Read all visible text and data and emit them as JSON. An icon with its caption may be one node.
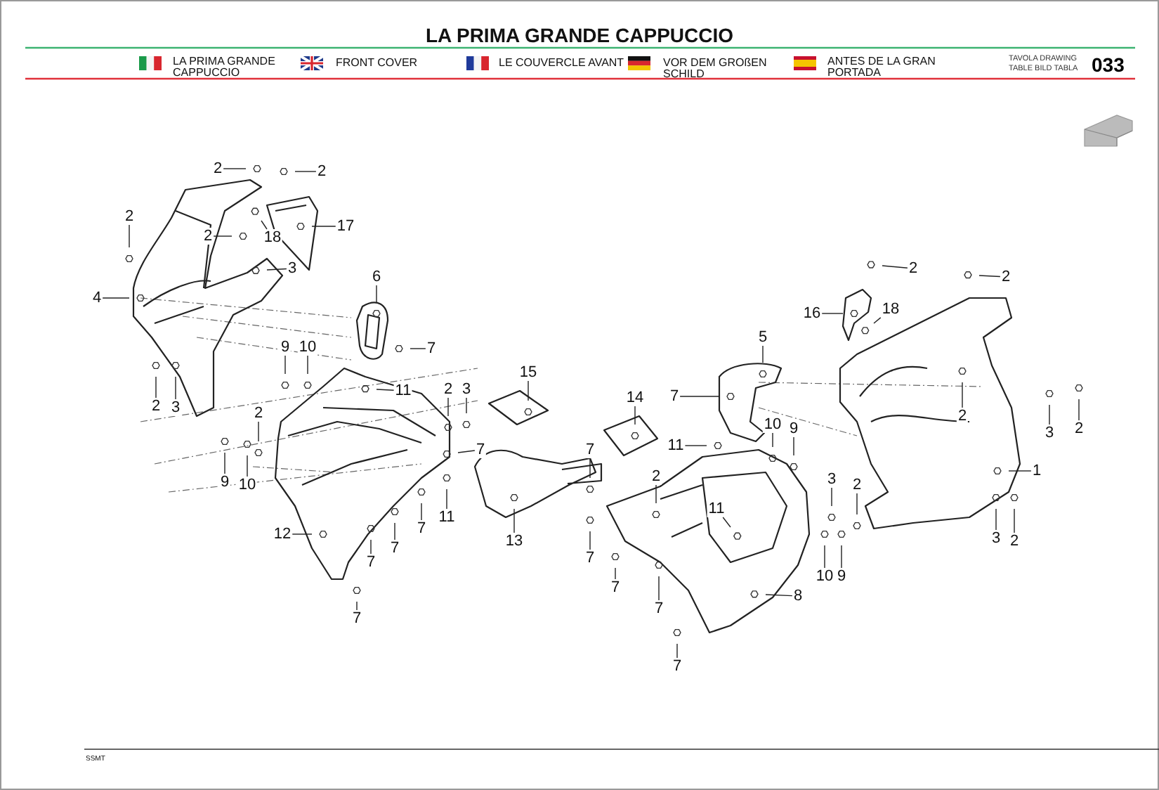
{
  "diagram": {
    "title": "LA PRIMA GRANDE CAPPUCCIO",
    "nodes": [
      {
        "text": [
          "2"
        ]
      },
      {
        "text": [
          "2"
        ]
      },
      {
        "text": [
          "2"
        ]
      },
      {
        "text": [
          "2"
        ]
      },
      {
        "text": [
          "18"
        ]
      },
      {
        "text": [
          "3"
        ]
      },
      {
        "text": [
          "17"
        ]
      },
      {
        "text": [
          "4"
        ]
      },
      {
        "text": [
          "6"
        ]
      },
      {
        "text": [
          "7"
        ]
      },
      {
        "text": [
          "9"
        ]
      },
      {
        "text": [
          "10"
        ]
      },
      {
        "text": [
          "11"
        ]
      },
      {
        "text": [
          "2"
        ]
      },
      {
        "text": [
          "3"
        ]
      },
      {
        "text": [
          "2"
        ]
      },
      {
        "text": [
          "3"
        ]
      },
      {
        "text": [
          "2"
        ]
      },
      {
        "text": [
          "9"
        ]
      },
      {
        "text": [
          "10"
        ]
      },
      {
        "text": [
          "12"
        ]
      },
      {
        "text": [
          "7"
        ]
      },
      {
        "text": [
          "7"
        ]
      },
      {
        "text": [
          "7"
        ]
      },
      {
        "text": [
          "7"
        ]
      },
      {
        "text": [
          "11"
        ]
      },
      {
        "text": [
          "13"
        ]
      },
      {
        "text": [
          "7"
        ]
      },
      {
        "text": [
          "15"
        ]
      },
      {
        "text": [
          "14"
        ]
      },
      {
        "text": [
          "7"
        ]
      },
      {
        "text": [
          "7"
        ]
      },
      {
        "text": [
          "7"
        ]
      },
      {
        "text": [
          "2"
        ]
      },
      {
        "text": [
          "2"
        ]
      },
      {
        "text": [
          "16"
        ]
      },
      {
        "text": [
          "18"
        ]
      },
      {
        "text": [
          "5"
        ]
      },
      {
        "text": [
          "7"
        ]
      },
      {
        "text": [
          "2"
        ]
      },
      {
        "text": [
          "3"
        ]
      },
      {
        "text": [
          "2"
        ]
      },
      {
        "text": [
          "10"
        ]
      },
      {
        "text": [
          "9"
        ]
      },
      {
        "text": [
          "11"
        ]
      },
      {
        "text": [
          "1"
        ]
      },
      {
        "text": [
          "2"
        ]
      },
      {
        "text": [
          "11"
        ]
      },
      {
        "text": [
          "3"
        ]
      },
      {
        "text": [
          "2"
        ]
      },
      {
        "text": [
          "7"
        ]
      },
      {
        "text": [
          "3"
        ]
      },
      {
        "text": [
          "2"
        ]
      },
      {
        "text": [
          "10"
        ]
      },
      {
        "text": [
          "9"
        ]
      },
      {
        "text": [
          "8"
        ]
      },
      {
        "text": [
          "7"
        ]
      }
    ],
    "edges": [
      {
        "from": 0,
        "to": null,
        "arrow": "none"
      },
      {
        "from": 1,
        "to": null,
        "arrow": "none"
      },
      {
        "from": 2,
        "to": null,
        "arrow": "none"
      },
      {
        "from": 3,
        "to": null,
        "arrow": "none"
      },
      {
        "from": 4,
        "to": null,
        "arrow": "none"
      },
      {
        "from": 5,
        "to": null,
        "arrow": "none"
      },
      {
        "from": 6,
        "to": null,
        "arrow": "none"
      },
      {
        "from": 7,
        "to": null,
        "arrow": "none"
      },
      {
        "from": 8,
        "to": null,
        "arrow": "none"
      },
      {
        "from": 9,
        "to": null,
        "arrow": "none"
      },
      {
        "from": 10,
        "to": null,
        "arrow": "none"
      },
      {
        "from": 11,
        "to": null,
        "arrow": "none"
      },
      {
        "from": 12,
        "to": null,
        "arrow": "none"
      },
      {
        "from": 13,
        "to": null,
        "arrow": "none"
      },
      {
        "from": 14,
        "to": null,
        "arrow": "none"
      },
      {
        "from": 15,
        "to": null,
        "arrow": "none"
      },
      {
        "from": 16,
        "to": null,
        "arrow": "none"
      },
      {
        "from": 17,
        "to": null,
        "arrow": "none"
      },
      {
        "from": 18,
        "to": null,
        "arrow": "none"
      },
      {
        "from": 19,
        "to": null,
        "arrow": "none"
      },
      {
        "from": 20,
        "to": null,
        "arrow": "none"
      },
      {
        "from": 21,
        "to": null,
        "arrow": "none"
      },
      {
        "from": 22,
        "to": null,
        "arrow": "none"
      },
      {
        "from": 23,
        "to": null,
        "arrow": "none"
      },
      {
        "from": 24,
        "to": null,
        "arrow": "none"
      },
      {
        "from": 25,
        "to": null,
        "arrow": "none"
      },
      {
        "from": 26,
        "to": null,
        "arrow": "none"
      },
      {
        "from": 27,
        "to": null,
        "arrow": "none"
      },
      {
        "from": 28,
        "to": null,
        "arrow": "none"
      },
      {
        "from": 29,
        "to": null,
        "arrow": "none"
      },
      {
        "from": 30,
        "to": null,
        "arrow": "none"
      },
      {
        "from": 31,
        "to": null,
        "arrow": "none"
      },
      {
        "from": 32,
        "to": null,
        "arrow": "none"
      },
      {
        "from": 33,
        "to": null,
        "arrow": "none"
      },
      {
        "from": 34,
        "to": null,
        "arrow": "none"
      },
      {
        "from": 35,
        "to": null,
        "arrow": "none"
      },
      {
        "from": 36,
        "to": null,
        "arrow": "none"
      },
      {
        "from": 37,
        "to": null,
        "arrow": "none"
      },
      {
        "from": 38,
        "to": null,
        "arrow": "none"
      },
      {
        "from": 39,
        "to": null,
        "arrow": "none"
      },
      {
        "from": 40,
        "to": null,
        "arrow": "none"
      },
      {
        "from": 41,
        "to": null,
        "arrow": "none"
      },
      {
        "from": 42,
        "to": null,
        "arrow": "none"
      },
      {
        "from": 43,
        "to": null,
        "arrow": "none"
      },
      {
        "from": 44,
        "to": null,
        "arrow": "none"
      },
      {
        "from": 45,
        "to": null,
        "arrow": "none"
      },
      {
        "from": 46,
        "to": null,
        "arrow": "none"
      },
      {
        "from": 47,
        "to": null,
        "arrow": "none"
      },
      {
        "from": 48,
        "to": null,
        "arrow": "none"
      },
      {
        "from": 49,
        "to": null,
        "arrow": "none"
      },
      {
        "from": 50,
        "to": null,
        "arrow": "none"
      },
      {
        "from": 51,
        "to": null,
        "arrow": "none"
      },
      {
        "from": 52,
        "to": null,
        "arrow": "none"
      },
      {
        "from": 53,
        "to": null,
        "arrow": "none"
      },
      {
        "from": 54,
        "to": null,
        "arrow": "none"
      },
      {
        "from": 55,
        "to": null,
        "arrow": "none"
      },
      {
        "from": 56,
        "to": null,
        "arrow": "none"
      }
    ],
    "labels": [
      "LA PRIMA GRANDE CAPPUCCIO",
      "FRONT COVER",
      "LE COUVERCLE AVANT",
      "VOR DEM GROßEN SCHILD",
      "ANTES DE LA GRAN PORTADA",
      "TAVOLA DRAWING TABLE BILD TABLA",
      "033",
      "SSMT"
    ]
  }
}
